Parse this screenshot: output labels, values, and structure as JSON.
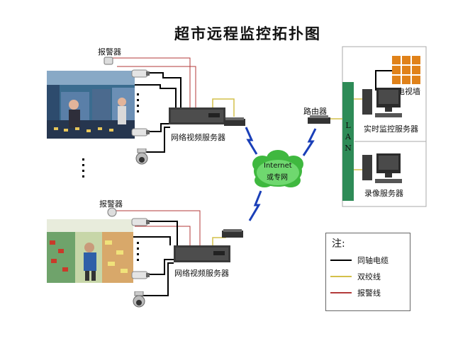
{
  "title": "超市远程监控拓扑图",
  "top_site": {
    "alarm_label": "报警器",
    "server_label": "网络视频服务器"
  },
  "bottom_site": {
    "alarm_label": "报警器",
    "server_label": "网络视频服务器"
  },
  "cloud": {
    "line1": "Internet",
    "line2": "或专网"
  },
  "router_label": "路由器",
  "lan_label": "L A N",
  "right_side": {
    "video_wall_label": "电视墙",
    "monitor_server_label": "实时监控服务器",
    "record_server_label": "录像服务器"
  },
  "legend": {
    "title": "注:",
    "items": [
      {
        "label": "同轴电缆",
        "color": "#000000"
      },
      {
        "label": "双绞线",
        "color": "#d4c04a"
      },
      {
        "label": "报警线",
        "color": "#b33a3a"
      }
    ]
  },
  "colors": {
    "lan_bar": "#2e8b57",
    "lightning": "#1a3fb8",
    "cloud": "#3fb83f",
    "video_wall": "#e0821a"
  }
}
